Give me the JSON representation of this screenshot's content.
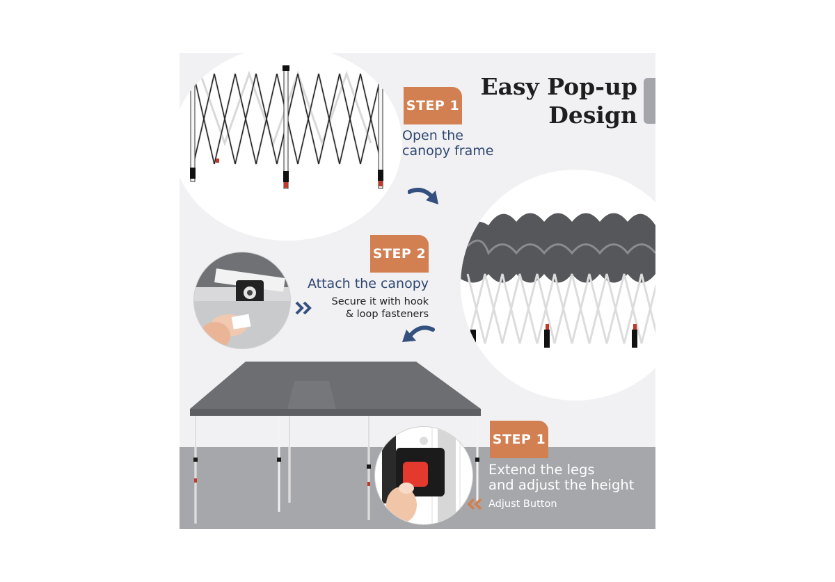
{
  "title": {
    "line1": "Easy Pop-up",
    "line2": "Design"
  },
  "steps": [
    {
      "badge": "STEP 1",
      "line1": "Open the",
      "line2": "canopy frame"
    },
    {
      "badge": "STEP 2",
      "line1": "Attach the canopy",
      "detail_line1": "Secure it with hook",
      "detail_line2": "& loop fasteners"
    },
    {
      "badge": "STEP 1",
      "line1": "Extend the legs",
      "line2": "and adjust the height",
      "detail": "Adjust Button"
    }
  ],
  "colors": {
    "badge": "#d27f51",
    "step_text": "#2e4770",
    "arrow": "#34507f",
    "canopy": "#6c6e72",
    "panel_bg": "#f1f1f3",
    "floor": "#a5a7ab",
    "adjust_button": "#e43a2e"
  },
  "icons": [
    "curved-arrow-icon",
    "double-chevron-right-icon",
    "double-chevron-left-icon"
  ]
}
